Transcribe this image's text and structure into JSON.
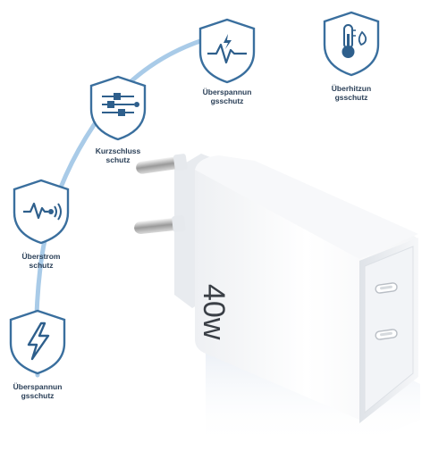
{
  "features": [
    {
      "label": "Überspannun\ngsschutz",
      "icon": "lightning-heartbeat-icon"
    },
    {
      "label": "Überhitzun\ngsschutz",
      "icon": "thermometer-flame-icon"
    },
    {
      "label": "Kurzschluss\nschutz",
      "icon": "sliders-icon"
    },
    {
      "label": "Überstrom\nschutz",
      "icon": "pulse-signal-icon"
    },
    {
      "label": "Überspannun\ngsschutz",
      "icon": "lightning-bolt-icon"
    }
  ],
  "charger": {
    "power_label": "40w",
    "ports": [
      "usb-c-port-1",
      "usb-c-port-2"
    ]
  },
  "colors": {
    "shield_stroke": "#3a6f9e",
    "icon": "#2e5f8c",
    "arc": "#a9cbe8",
    "body": "#ffffff",
    "port_panel": "#f2f4f7"
  }
}
